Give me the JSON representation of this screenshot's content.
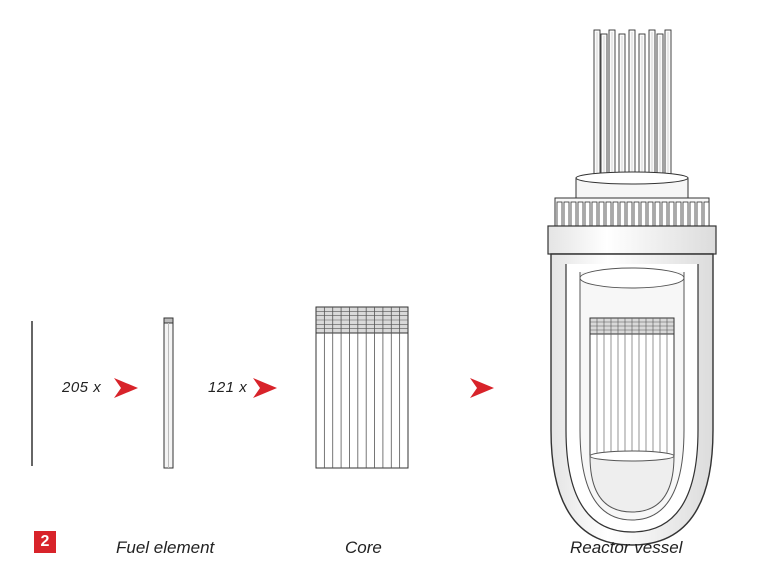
{
  "figure_number": "2",
  "multiplier_rod": "205 x",
  "multiplier_element": "121 x",
  "labels": {
    "fuel_element": "Fuel element",
    "core": "Core",
    "reactor_vessel": "Reactor vessel"
  },
  "colors": {
    "accent_red": "#d8232a",
    "line": "#333333",
    "light_gray": "#f2f2f2"
  }
}
